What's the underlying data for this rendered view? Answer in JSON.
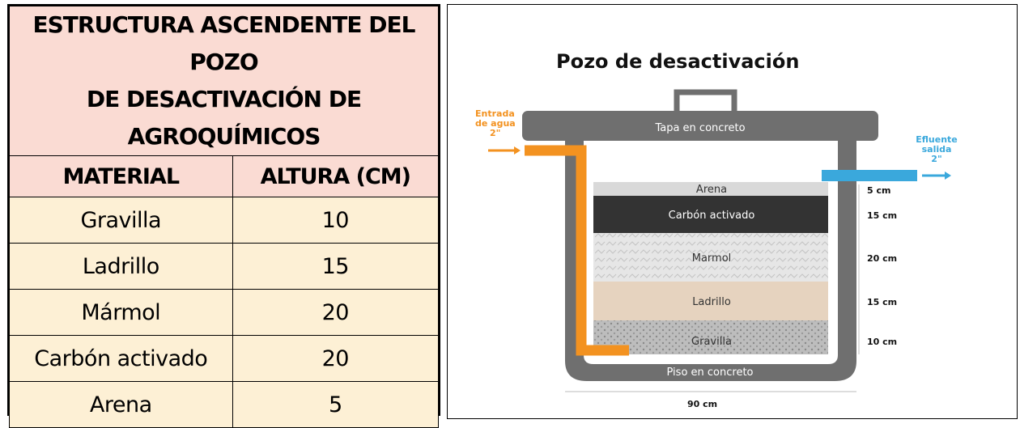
{
  "table": {
    "title_lines": [
      "ESTRUCTURA ASCENDENTE DEL POZO",
      "DE DESACTIVACIÓN DE",
      "AGROQUÍMICOS"
    ],
    "headers": [
      "MATERIAL",
      "ALTURA (CM)"
    ],
    "rows": [
      [
        "Gravilla",
        "10"
      ],
      [
        "Ladrillo",
        "15"
      ],
      [
        "Mármol",
        "20"
      ],
      [
        "Carbón activado",
        "20"
      ],
      [
        "Arena",
        "5"
      ]
    ]
  },
  "diagram": {
    "title": "Pozo de desactivación",
    "lid_label": "Tapa en concreto",
    "floor_label": "Piso en concreto",
    "inlet": {
      "lines": [
        "Entrada",
        "de agua",
        "2\""
      ]
    },
    "outlet": {
      "lines": [
        "Efluente",
        "salida",
        "2\""
      ]
    },
    "width_label": "90 cm",
    "layers": [
      {
        "name": "Arena",
        "height": "5 cm",
        "color": "#d9d9d9"
      },
      {
        "name": "Carbón activado",
        "height": "15 cm",
        "color": "#333333"
      },
      {
        "name": "Marmol",
        "height": "20 cm",
        "color": "#e4e4e4"
      },
      {
        "name": "Ladrillo",
        "height": "15 cm",
        "color": "#e6d3bf"
      },
      {
        "name": "Gravilla",
        "height": "10 cm",
        "color": "#bdbdbd"
      }
    ],
    "colors": {
      "inlet": "#f39220",
      "outlet": "#3aa8dc",
      "concrete": "#6f6f6f"
    }
  }
}
